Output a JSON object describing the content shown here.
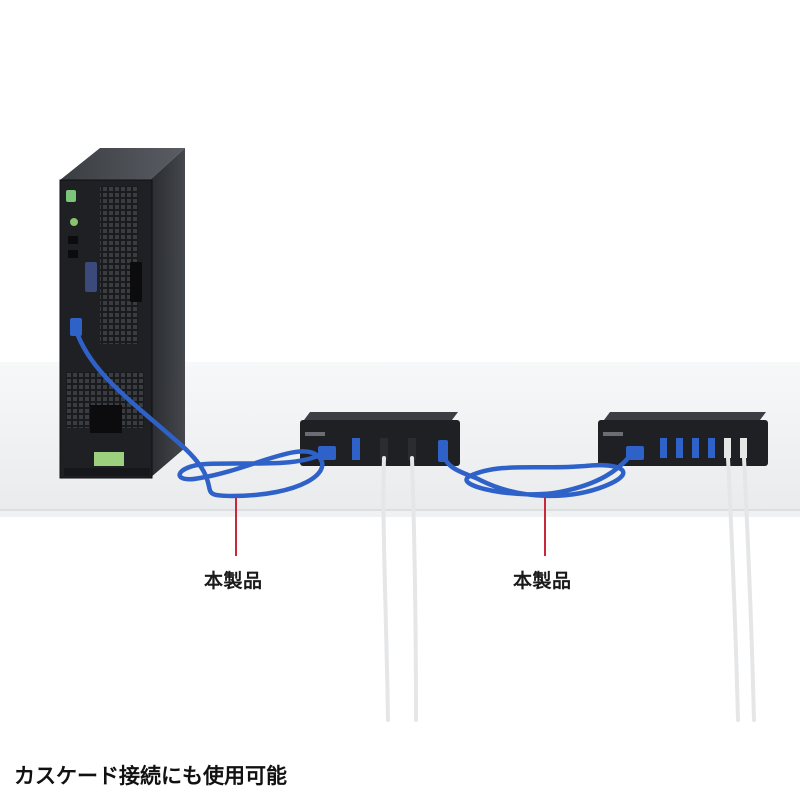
{
  "photo": {
    "callouts": [
      {
        "text": "本製品"
      },
      {
        "text": "本製品"
      }
    ],
    "caption": "カスケード接続にも使用可能",
    "colors": {
      "cable_blue": "#2f62c9",
      "callout_line": "#c8283a",
      "device_black": "#1e2024",
      "desk_white": "#f3f4f5"
    }
  }
}
